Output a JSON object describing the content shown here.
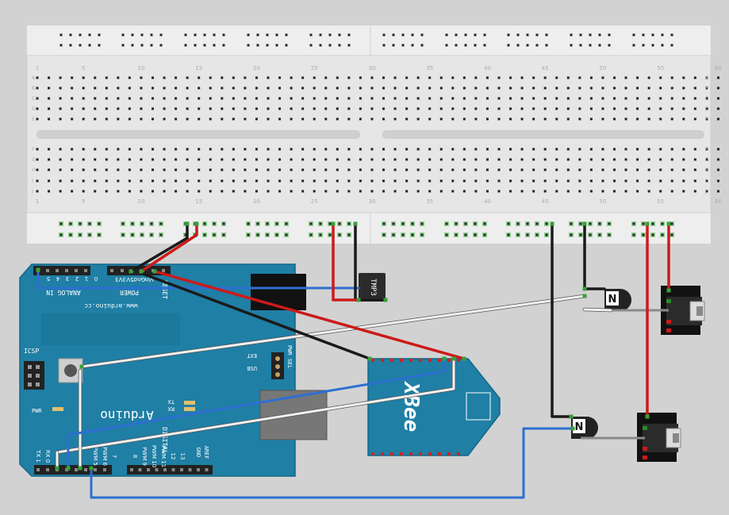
{
  "breadboard": {
    "column_numbers": [
      "1",
      "5",
      "10",
      "15",
      "20",
      "25",
      "30",
      "35",
      "40",
      "45",
      "50",
      "55",
      "60"
    ],
    "row_letters_top": [
      "A",
      "B",
      "C",
      "D",
      "E"
    ],
    "row_letters_bottom": [
      "F",
      "G",
      "H",
      "I",
      "J"
    ],
    "column_count": 60,
    "rail_groups_per_side": 5,
    "rail_group_size": 5
  },
  "arduino": {
    "brand": "Arduino",
    "website": "www.arduino.cc",
    "analog_label": "ANALOG IN",
    "analog_pins": [
      "5",
      "4",
      "3",
      "2",
      "1",
      "0"
    ],
    "power_label": "POWER",
    "power_pins": [
      "Vin",
      "Gnd",
      "5V",
      "3V3"
    ],
    "reset_label": "RESET",
    "digital_label": "DIGITAL",
    "aref_label": "AREF",
    "gnd_label": "GND",
    "icsp_label": "ICSP",
    "pwr_label": "PWR",
    "tx_label": "TX",
    "rx_label": "RX",
    "pwr_sel_label": "PWR SEL",
    "ext_label": "EXT",
    "usb_label": "USB",
    "pin_labels_left": [
      "TX 1",
      "RX 0"
    ],
    "pin_labels_mid": [
      "PWM 5",
      "PWM 6",
      "7"
    ],
    "pin_labels_right": [
      "8",
      "PWM 9",
      "PWM 10",
      "PWM 11",
      "12",
      "13"
    ]
  },
  "sensor": {
    "label": "TMP3"
  },
  "xbee": {
    "label": "XBee"
  },
  "transistors": [
    {
      "label": "N"
    },
    {
      "label": "N"
    }
  ],
  "colors": {
    "board_blue": "#1f7fa5",
    "board_dark": "#1a6a8a",
    "wire_red": "#cc1a1a",
    "wire_black": "#1a1a1a",
    "wire_blue": "#2d6fd1",
    "wire_white": "#f0f0f0",
    "rail_green": "#8fd18f",
    "breadboard": "#e6e6e6"
  }
}
